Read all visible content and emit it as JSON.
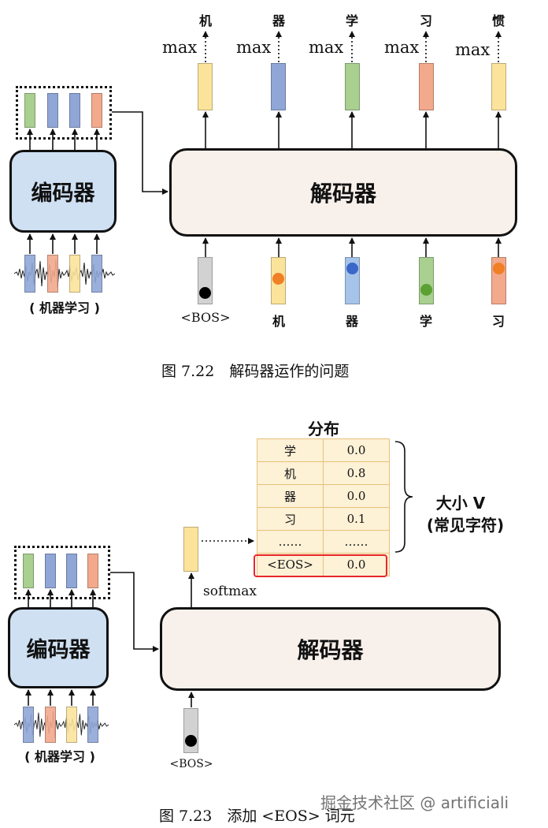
{
  "figure_1": {
    "encoder_label": "编码器",
    "decoder_label": "解码器",
    "input_caption": "( 机器学习 )",
    "max_label": "max",
    "outputs": [
      "机",
      "器",
      "学",
      "习",
      "惯"
    ],
    "inputs": [
      "<BOS>",
      "机",
      "器",
      "学",
      "习"
    ],
    "caption": "图 7.22　解码器运作的问题"
  },
  "figure_2": {
    "encoder_label": "编码器",
    "decoder_label": "解码器",
    "input_caption": "( 机器学习 )",
    "bos_label": "<BOS>",
    "softmax_label": "softmax",
    "distribution_title": "分布",
    "distribution_rows": [
      {
        "token": "学",
        "prob": "0.0"
      },
      {
        "token": "机",
        "prob": "0.8"
      },
      {
        "token": "器",
        "prob": "0.0"
      },
      {
        "token": "习",
        "prob": "0.1"
      },
      {
        "token": "……",
        "prob": "……"
      },
      {
        "token": "<EOS>",
        "prob": "0.0"
      }
    ],
    "size_label": "大小 V",
    "size_sub": "(常见字符)",
    "caption": "图 7.23　添加 <EOS> 词元"
  },
  "watermark": "掘金技术社区 @ artificiali",
  "colors": {
    "green": "#a9cf91",
    "blue": "#8fa6d6",
    "salmon": "#f2a98c",
    "yellow": "#fbe39b",
    "gray": "#d2d2d2",
    "encoder_fill": "#cfe0f3",
    "decoder_fill": "#f8f0ea",
    "eos_highlight": "#e8272b"
  }
}
